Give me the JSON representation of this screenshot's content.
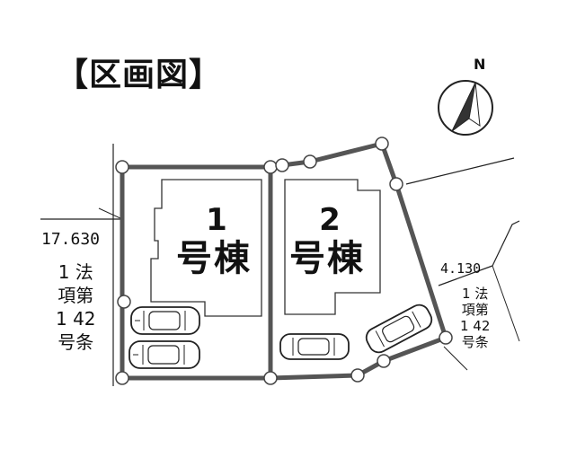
{
  "title": "【区画図】",
  "compass": {
    "north_label": "N"
  },
  "buildings": [
    {
      "number": "1",
      "label": "号棟"
    },
    {
      "number": "2",
      "label": "号棟"
    }
  ],
  "dimensions": {
    "left_road_width": "17.630",
    "right_road_width": "4.130"
  },
  "road_notes": {
    "left": [
      "1 法",
      "項第",
      "1 42",
      "号条"
    ],
    "right": [
      "1 法",
      "項第",
      "1 42",
      "号条"
    ]
  }
}
